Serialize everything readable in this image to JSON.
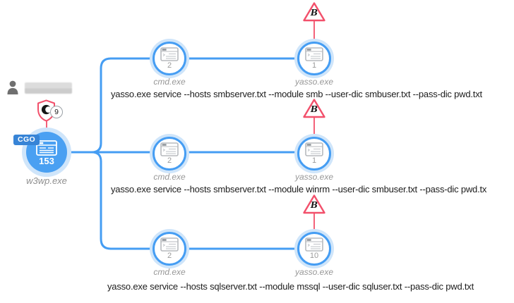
{
  "view": "process-tree",
  "user": {
    "name_redacted": true
  },
  "root": {
    "tag": "CGO",
    "count": "153",
    "label": "w3wp.exe",
    "alert_count": "9"
  },
  "branches": [
    {
      "parent": {
        "label": "cmd.exe",
        "count": "2"
      },
      "child": {
        "label": "yasso.exe",
        "count": "1"
      },
      "alert_label": "B",
      "command": "yasso.exe service --hosts smbserver.txt --module smb --user-dic smbuser.txt --pass-dic pwd.txt"
    },
    {
      "parent": {
        "label": "cmd.exe",
        "count": "2"
      },
      "child": {
        "label": "yasso.exe",
        "count": "1"
      },
      "alert_label": "B",
      "command": "yasso.exe service --hosts smbserver.txt --module winrm --user-dic smbuser.txt --pass-dic pwd.tx"
    },
    {
      "parent": {
        "label": "cmd.exe",
        "count": "2"
      },
      "child": {
        "label": "yasso.exe",
        "count": "10"
      },
      "alert_label": "B",
      "command": "yasso.exe service --hosts sqlserver.txt --module mssql --user-dic sqluser.txt --pass-dic pwd.txt"
    }
  ],
  "colors": {
    "line_blue": "#459df3",
    "node_ring_blue": "#cfe5fa",
    "root_fill_blue": "#4aa0f2",
    "tag_blue": "#3784d6",
    "alert_red": "#f2506b",
    "label_gray": "#979797",
    "command_text": "#1c1c1c"
  }
}
